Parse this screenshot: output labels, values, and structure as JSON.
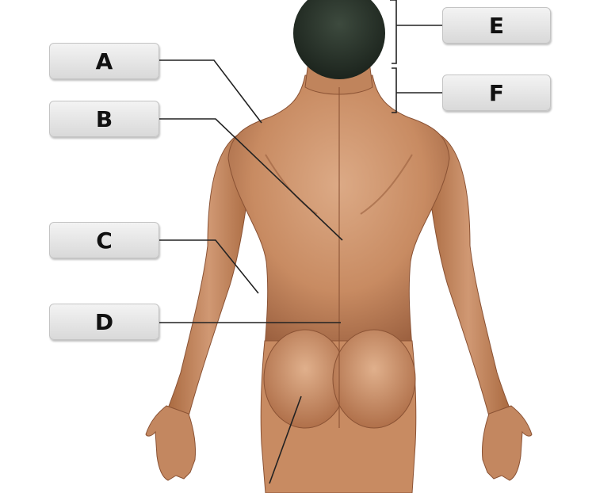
{
  "labels": {
    "a": "A",
    "b": "B",
    "c": "C",
    "d": "D",
    "e": "E",
    "f": "F"
  },
  "colors": {
    "skin_light": "#d9a27e",
    "skin_mid": "#b8774f",
    "skin_dark": "#8a5234",
    "hair": "#2b352c",
    "leader_line": "#222222"
  }
}
